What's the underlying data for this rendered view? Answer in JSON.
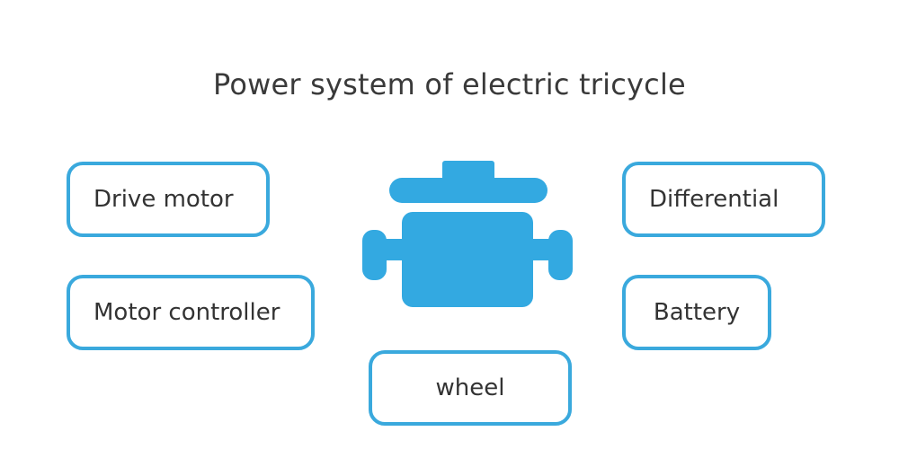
{
  "title": "Power system of electric tricycle",
  "icon": {
    "name": "engine-icon",
    "color": "#33a9e1"
  },
  "components": {
    "drive_motor": "Drive motor",
    "motor_controller": "Motor controller",
    "differential": "Differential",
    "battery": "Battery",
    "wheel": "wheel"
  },
  "colors": {
    "border": "#3aa9dd",
    "icon": "#33a9e1",
    "text": "#333333"
  }
}
